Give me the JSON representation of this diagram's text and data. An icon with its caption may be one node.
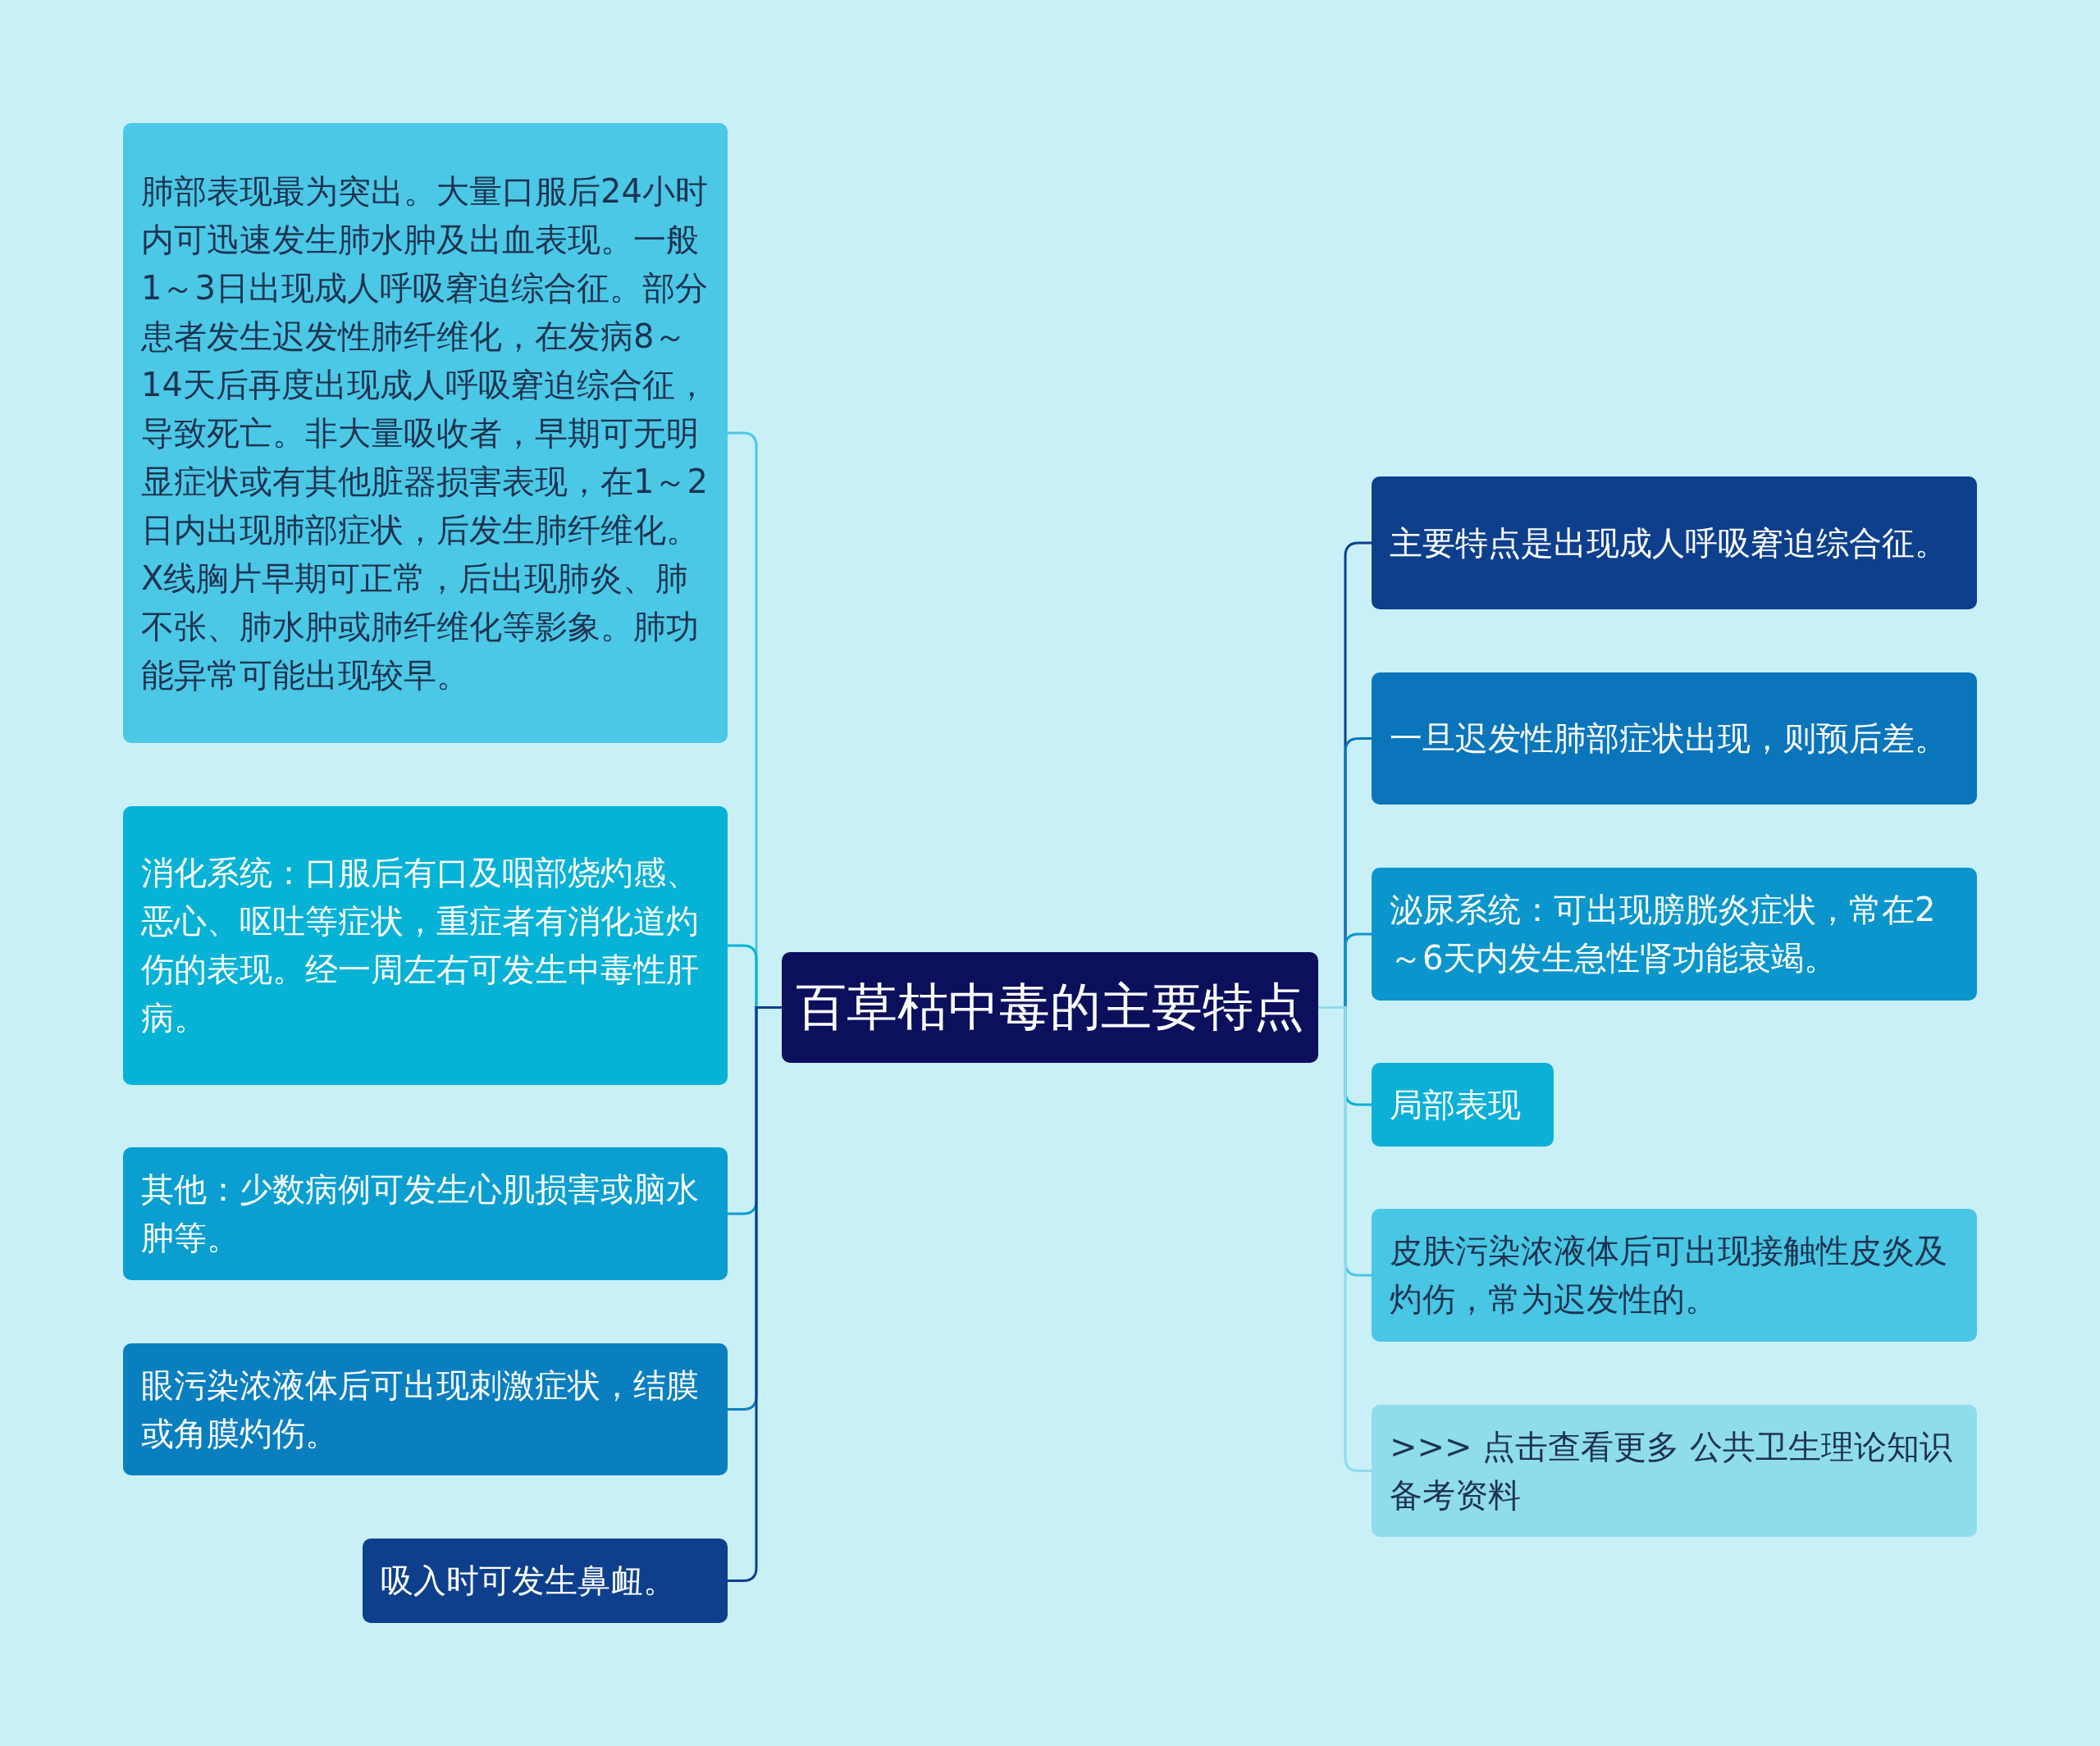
{
  "diagram": {
    "nodes": [
      {
        "text": [
          "百草枯中毒的主要特点"
        ]
      },
      {
        "text": [
          "肺部表现最为突出。大量口服后24小时内可迅速发生肺水肿及出血表现。一般1～3日出现成人呼吸窘迫综合征。部分患者发生迟发性肺纤维化，在发病8～14天后再度出现成人呼吸窘迫综合征，导致死亡。非大量吸收者，早期可无明显症状或有其他脏器损害表现，在1～2日内出现肺部症状，后发生肺纤维化。X线胸片早期可正常，后出现肺炎、肺不张、肺水肿或肺纤维化等影象。肺功能异常可能出现较早。"
        ]
      },
      {
        "text": [
          "消化系统：口服后有口及咽部烧灼感、恶心、呕吐等症状，重症者有消化道灼伤的表现。经一周左右可发生中毒性肝病。"
        ]
      },
      {
        "text": [
          "其他：少数病例可发生心肌损害或脑水肿等。"
        ]
      },
      {
        "text": [
          "眼污染浓液体后可出现刺激症状，结膜或角膜灼伤。"
        ]
      },
      {
        "text": [
          "吸入时可发生鼻衄。"
        ]
      },
      {
        "text": [
          "主要特点是出现成人呼吸窘迫综合征。"
        ]
      },
      {
        "text": [
          "一旦迟发性肺部症状出现，则预后差。"
        ]
      },
      {
        "text": [
          "泌尿系统：可出现膀胱炎症状，常在2～6天内发生急性肾功能衰竭。"
        ]
      },
      {
        "text": [
          "局部表现"
        ]
      },
      {
        "text": [
          "皮肤污染浓液体后可出现接触性皮炎及灼伤，常为迟发性的。"
        ]
      },
      {
        "text": [
          ">>> 点击查看更多 公共卫生理论知识备考资料"
        ]
      }
    ],
    "edges": [
      {
        "from": 0,
        "to": 1,
        "arrow": "none",
        "color": "#4bc8e6"
      },
      {
        "from": 0,
        "to": 2,
        "arrow": "none",
        "color": "#06b2d6"
      },
      {
        "from": 0,
        "to": 3,
        "arrow": "none",
        "color": "#0a9fd0"
      },
      {
        "from": 0,
        "to": 4,
        "arrow": "none",
        "color": "#0a7fc0"
      },
      {
        "from": 0,
        "to": 5,
        "arrow": "none",
        "color": "#0d3f8c"
      },
      {
        "from": 0,
        "to": 6,
        "arrow": "none",
        "color": "#0d3f8c"
      },
      {
        "from": 0,
        "to": 7,
        "arrow": "none",
        "color": "#0a75bb"
      },
      {
        "from": 0,
        "to": 8,
        "arrow": "none",
        "color": "#0a96cc"
      },
      {
        "from": 0,
        "to": 9,
        "arrow": "none",
        "color": "#0ab0d8"
      },
      {
        "from": 0,
        "to": 10,
        "arrow": "none",
        "color": "#48c6e4"
      },
      {
        "from": 0,
        "to": 11,
        "arrow": "none",
        "color": "#8fdcec"
      }
    ]
  }
}
